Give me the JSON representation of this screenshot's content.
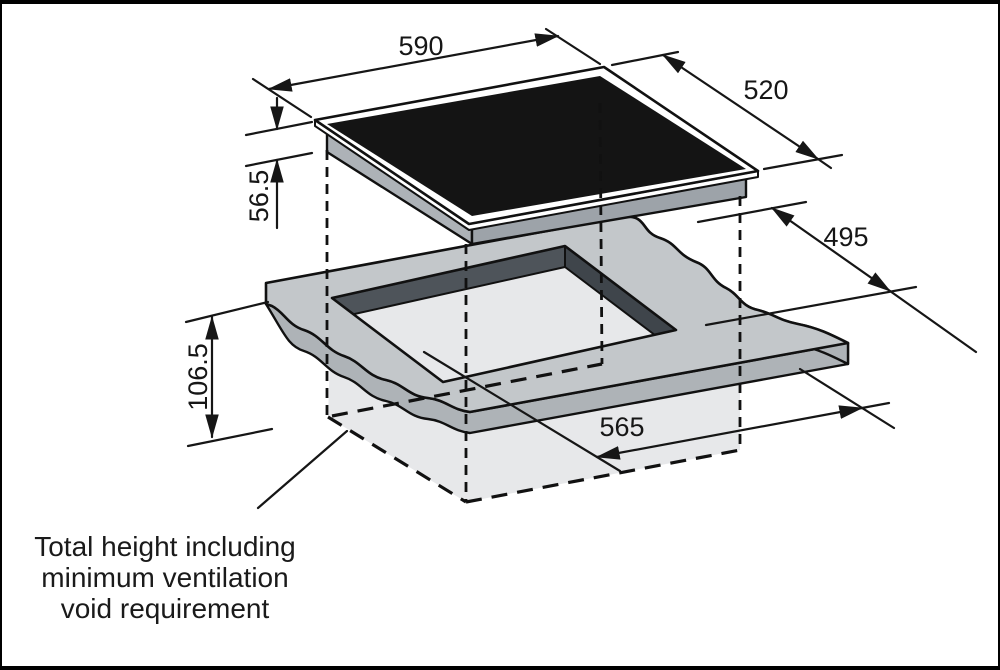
{
  "diagram": {
    "title_hidden": "",
    "dimensions": {
      "top_width": "590",
      "top_depth": "520",
      "hob_height": "56.5",
      "cutout_depth": "495",
      "total_height": "106.5",
      "cutout_width": "565"
    },
    "note": "Total height including\nminimum ventilation\nvoid requirement",
    "colors": {
      "background": "#ffffff",
      "outline": "#111111",
      "glass": "#141414",
      "trim": "#ffffff",
      "hob_body_left": "#adb2b7",
      "hob_body_right": "#9da3a9",
      "hob_body_shadow": "#757b81",
      "worktop_top": "#c3c7ca",
      "worktop_side": "#aeb3b7",
      "cutout_wall_left": "#4e545a",
      "cutout_wall_right": "#3f454b",
      "void_fill": "#e7e8ea"
    }
  }
}
